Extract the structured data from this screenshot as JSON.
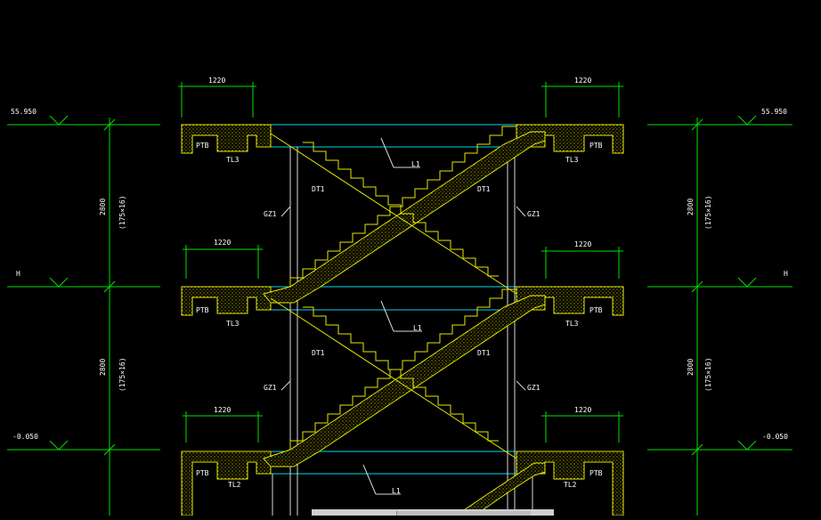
{
  "drawing": {
    "levels": [
      {
        "label": "55.950"
      },
      {
        "label": "H"
      },
      {
        "label": "-0.050"
      }
    ],
    "dim_width": "1220",
    "dim_height": "2800",
    "dim_steps": "(175×16)",
    "labels": {
      "ptb": "PTB",
      "tl3": "TL3",
      "tl2": "TL2",
      "l1": "L1",
      "dt1": "DT1",
      "gz1": "GZ1"
    },
    "colors": {
      "background": "#000000",
      "dimension": "#00e000",
      "structure": "#e6e600",
      "beam_lines": "#00d8e6",
      "text": "#ffffff"
    }
  }
}
